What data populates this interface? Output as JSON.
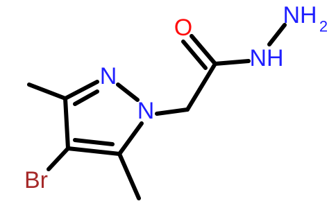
{
  "colors": {
    "carbon_bond": "#000000",
    "nitrogen": "#1f1fff",
    "oxygen": "#ff0d0d",
    "bromine": "#a62929"
  },
  "atoms": {
    "pyrazole_n2": "N",
    "pyrazole_n1": "N",
    "bromine": "Br",
    "carbonyl_oxygen": "O",
    "hydrazide_nh": "NH",
    "hydrazide_nh2": "NH",
    "hydrazide_nh2_subscript": "2"
  }
}
